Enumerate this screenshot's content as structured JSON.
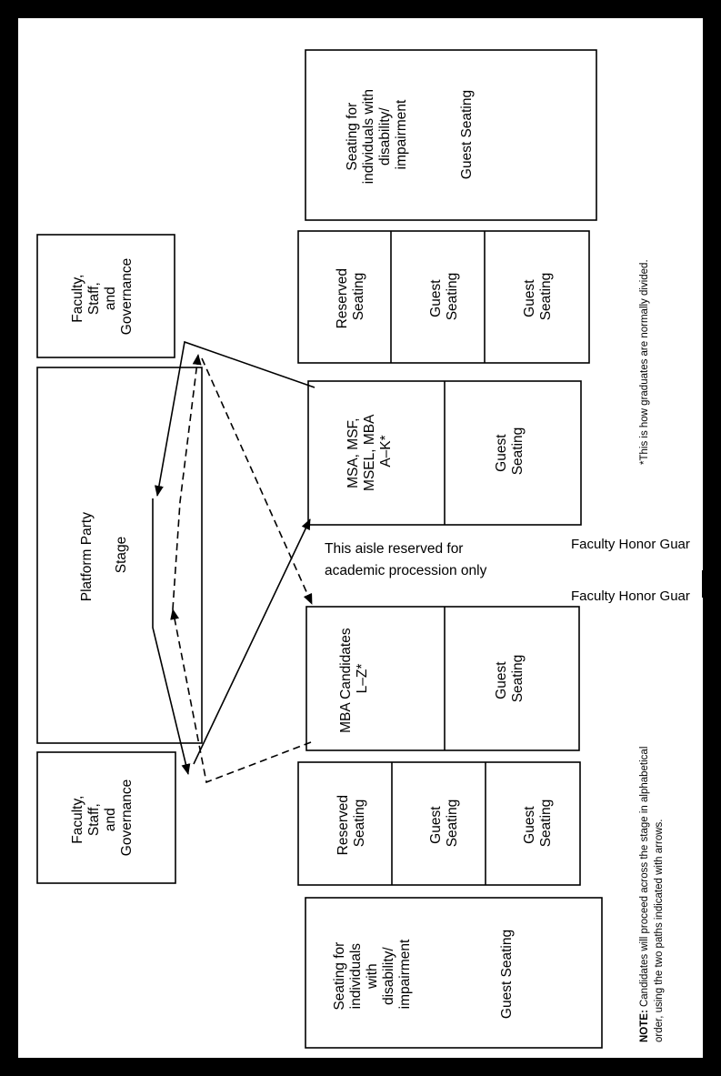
{
  "stage": {
    "lines": [
      "Platform Party",
      "Stage"
    ]
  },
  "faculty_left": {
    "lines": [
      "Faculty,",
      "Staff,",
      "and",
      "Governance"
    ]
  },
  "faculty_right": {
    "lines": [
      "Faculty,",
      "Staff,",
      "and",
      "Governance"
    ]
  },
  "right_block": {
    "msa_group": [
      "MSA, MSF,",
      "MSEL, MBA",
      "A–K*"
    ],
    "guest_seating": [
      "Guest",
      "Seating"
    ],
    "reserved_seating": [
      "Reserved",
      "Seating"
    ],
    "disability_seating": [
      "Seating for",
      "individuals with",
      "disability/",
      "impairment"
    ],
    "disability_guest": "Guest Seating"
  },
  "left_block": {
    "mba_group": [
      "MBA Candidates",
      "L–Z*"
    ],
    "guest_seating": [
      "Guest",
      "Seating"
    ],
    "reserved_seating": [
      "Reserved",
      "Seating"
    ],
    "disability_seating": [
      "Seating for",
      "individuals",
      "with",
      "disability/",
      "impairment"
    ],
    "disability_guest": "Guest Seating"
  },
  "aisle": {
    "lines": [
      "This aisle reserved for",
      "academic procession only"
    ]
  },
  "honor_guard": {
    "top": "Faculty Honor Guar",
    "bottom": "Faculty Honor Guar"
  },
  "notes": {
    "asterisk": "*This is how graduates are normally divided.",
    "note_label": "NOTE:",
    "note_line1": " Candidates will proceed across the stage in alphabetical",
    "note_line2": "order, using the two paths indicated with arrows."
  },
  "colors": {
    "frame": "#000000",
    "background": "#ffffff",
    "ink": "#000000"
  },
  "icons": {
    "solid_path": "solid-arrow-path",
    "dashed_path": "dashed-arrow-path"
  }
}
